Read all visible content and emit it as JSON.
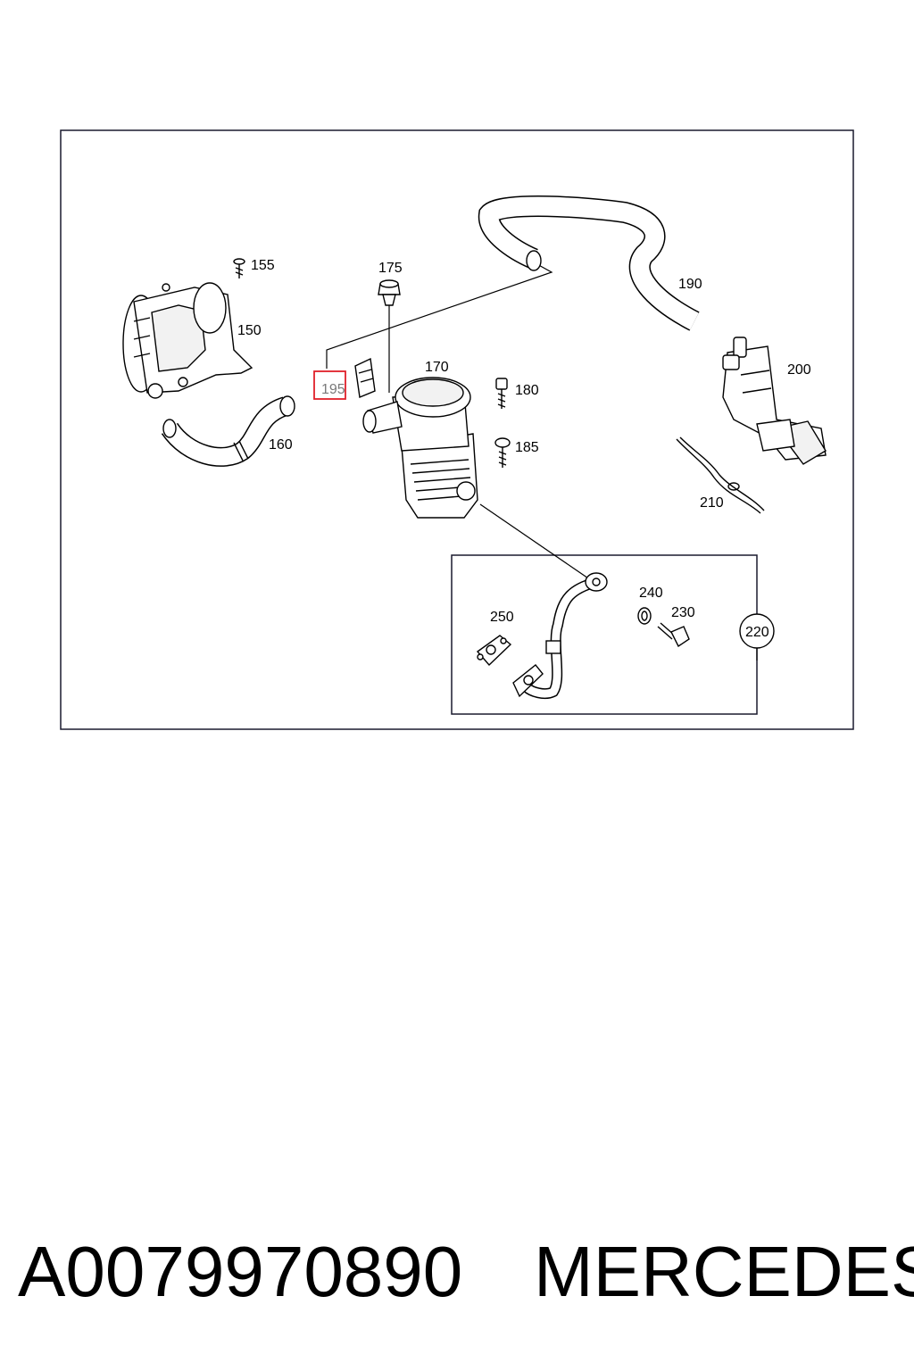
{
  "diagram": {
    "callouts": {
      "c150": "150",
      "c155": "155",
      "c160": "160",
      "c170": "170",
      "c175": "175",
      "c180": "180",
      "c185": "185",
      "c190": "190",
      "c195": "195",
      "c200": "200",
      "c210": "210",
      "c220": "220",
      "c230": "230",
      "c240": "240",
      "c250": "250"
    },
    "highlighted_callout": "195",
    "highlight_color": "#e0202a",
    "frame_color": "#1a1a2e"
  },
  "caption": {
    "part_number": "A0079970890",
    "brand": "MERCEDES"
  }
}
